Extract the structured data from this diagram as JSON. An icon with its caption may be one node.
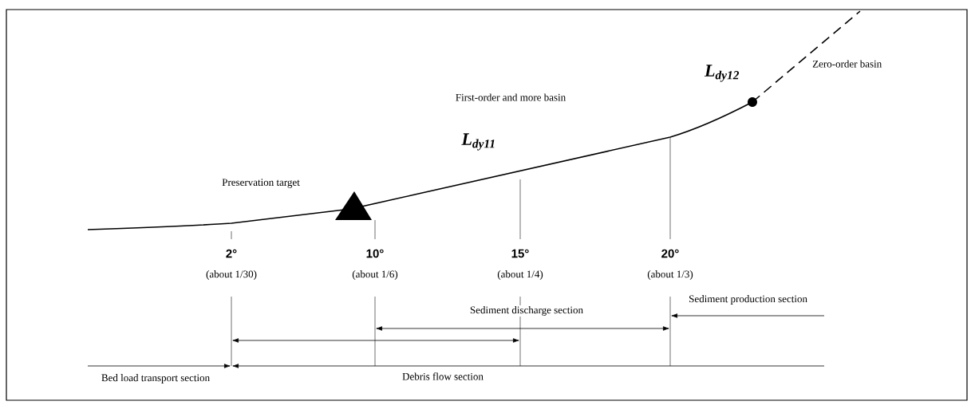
{
  "diagram": {
    "labels": [
      "Zero-order basin",
      "L$_{dy12}$",
      "First-order and more basin",
      "L$_{dy11}$",
      "Preservation target",
      "2°",
      "(about 1/30)",
      "10°",
      "(about 1/6)",
      "15°",
      "(about 1/4)",
      "20°",
      "(about 1/3)",
      "Sediment production section",
      "Sediment discharge section",
      "Bed load transport section",
      "Debris flow section"
    ]
  }
}
